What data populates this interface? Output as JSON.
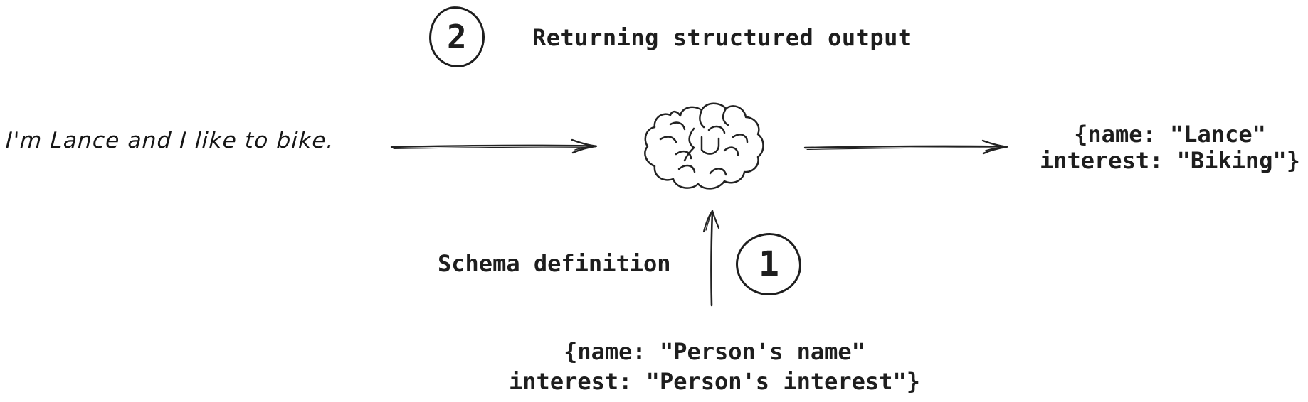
{
  "diagram": {
    "background_color": "#ffffff",
    "ink_color": "#1e1e1e",
    "steps": [
      {
        "number": "2",
        "label": "Returning structured output"
      },
      {
        "number": "1",
        "label": "Schema definition"
      }
    ],
    "input_text": "I'm Lance and I like to bike.",
    "model_icon": "brain-icon",
    "arrows": [
      "input-arrow-right",
      "output-arrow-right",
      "schema-arrow-up"
    ],
    "output": {
      "line1": "{name: \"Lance\"",
      "line2": "interest: \"Biking\"}"
    },
    "schema": {
      "line1": "{name: \"Person's name\"",
      "line2": "interest: \"Person's interest\"}"
    }
  }
}
